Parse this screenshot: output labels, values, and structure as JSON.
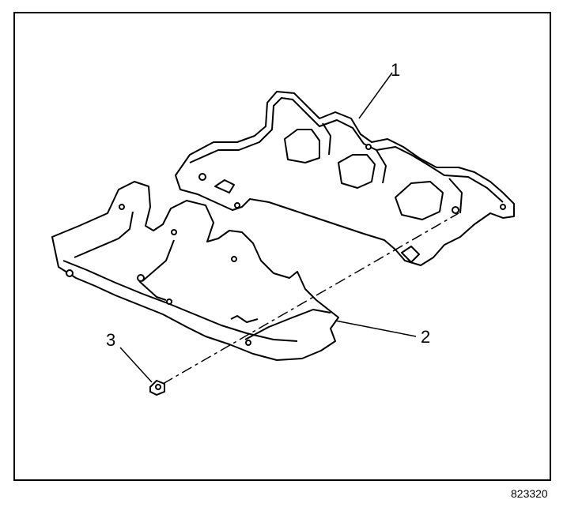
{
  "callouts": {
    "manifold": "1",
    "heat_shield": "2",
    "bolt": "3"
  },
  "figure_id": "823320",
  "colors": {
    "line": "#000000",
    "background": "#ffffff"
  }
}
